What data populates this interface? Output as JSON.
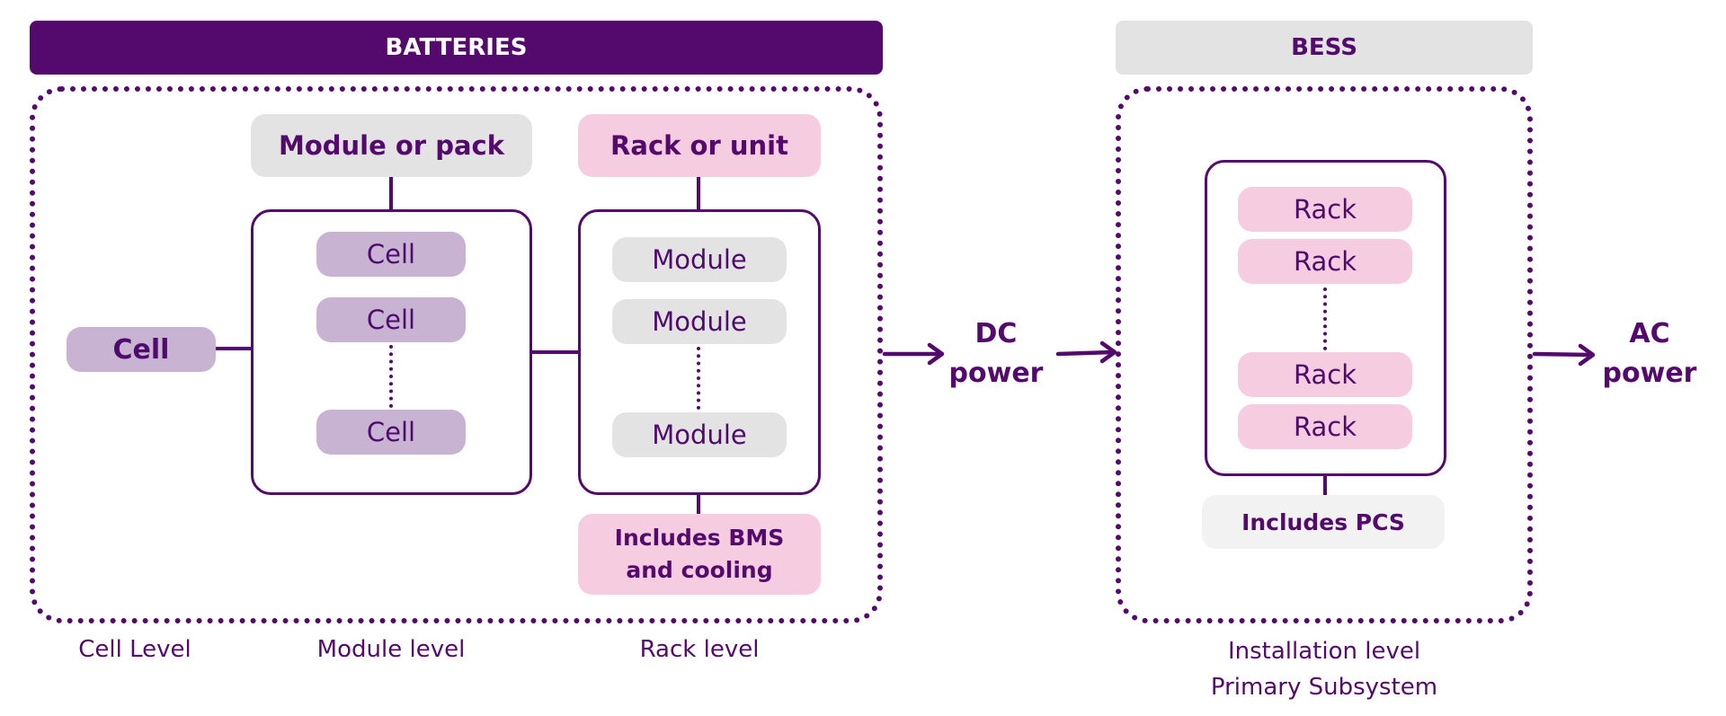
{
  "batteries_section": {
    "header": "BATTERIES",
    "cell_level": {
      "node": "Cell"
    },
    "module_level": {
      "title": "Module or pack",
      "cells": [
        "Cell",
        "Cell",
        "Cell"
      ]
    },
    "rack_level": {
      "title": "Rack or unit",
      "modules": [
        "Module",
        "Module",
        "Module"
      ],
      "note": [
        "Includes BMS",
        "and cooling"
      ]
    }
  },
  "outputs": {
    "dc_power": [
      "DC",
      "power"
    ],
    "ac_power": [
      "AC",
      "power"
    ]
  },
  "bess_section": {
    "header": "BESS",
    "racks": [
      "Rack",
      "Rack",
      "Rack",
      "Rack"
    ],
    "note": "Includes PCS"
  },
  "level_labels": {
    "cell": "Cell Level",
    "module": "Module level",
    "rack": "Rack level",
    "installation": [
      "Installation level",
      "Primary Subsystem"
    ]
  },
  "colors": {
    "primary_purple": "#540a6d",
    "cell_fill": "#c8b3d3",
    "module_fill": "#e3e3e3",
    "rack_fill": "#f6cde0",
    "pcs_fill": "#f2f2f2"
  }
}
